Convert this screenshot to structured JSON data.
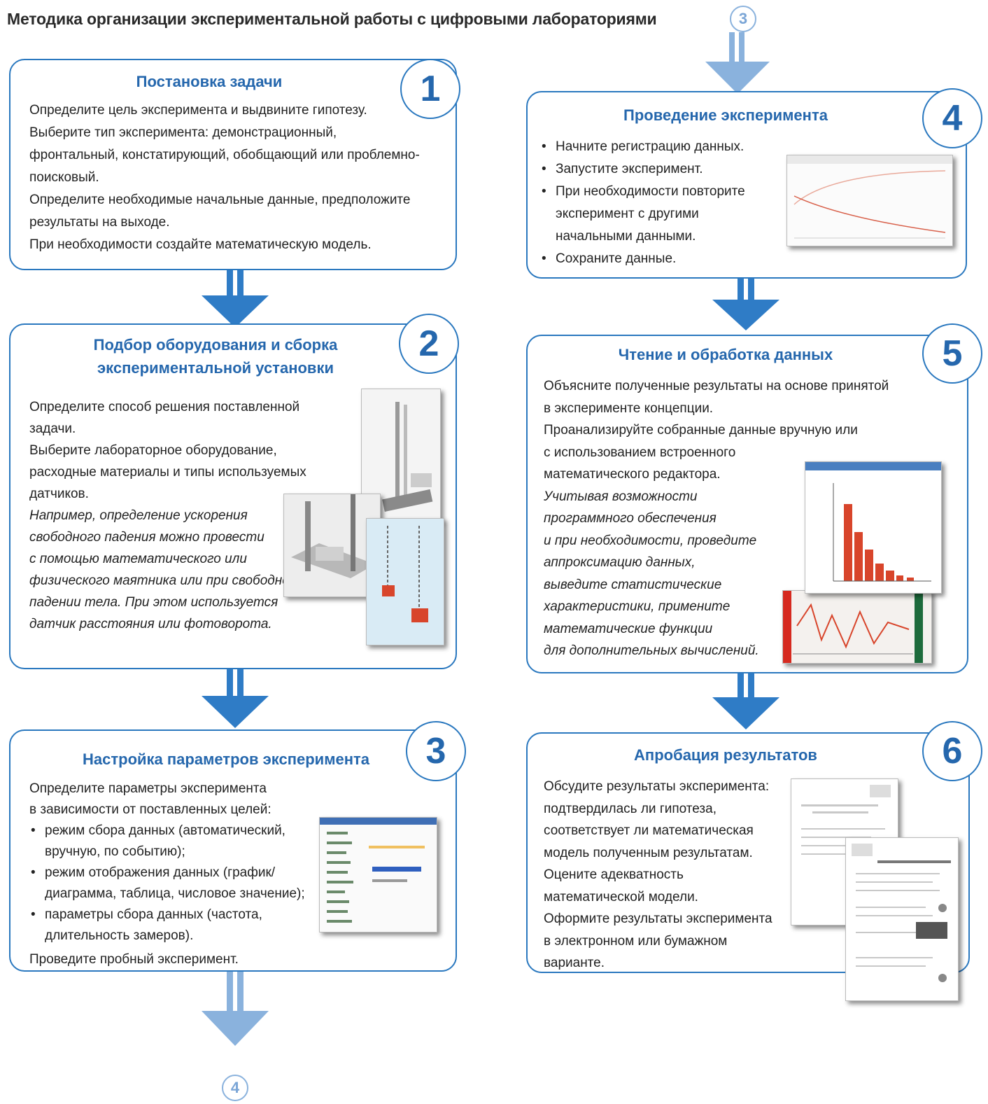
{
  "title": "Методика организации экспериментальной работы с цифровыми лабораториями",
  "connectors": {
    "top_marker": "3",
    "bottom_marker": "4"
  },
  "steps": [
    {
      "number": "1",
      "title": "Постановка задачи",
      "paragraphs": [
        "Определите цель эксперимента и выдвините гипотезу.",
        "Выберите тип эксперимента: демонстрационный,",
        "фронтальный, констатирующий, обобщающий или проблемно-",
        "поисковый.",
        "Определите необходимые начальные данные, предположите",
        "результаты на выходе.",
        "При необходимости создайте математическую модель."
      ]
    },
    {
      "number": "2",
      "title_line1": "Подбор оборудования и сборка",
      "title_line2": "экспериментальной установки",
      "lines": [
        "Определите способ решения поставленной",
        "задачи.",
        "Выберите лабораторное оборудование,",
        "расходные материалы и типы используемых",
        "датчиков."
      ],
      "italic_lines": [
        "Например, определение ускорения",
        "свободного падения можно провести",
        "с помощью математического или",
        "физического маятника или при свободном",
        "падении тела. При этом используется",
        "датчик расстояния или фотоворота."
      ]
    },
    {
      "number": "3",
      "title": "Настройка параметров  эксперимента",
      "intro": [
        "Определите параметры эксперимента",
        "в зависимости от поставленных целей:"
      ],
      "bullets": [
        [
          "режим сбора данных (автоматический,",
          "вручную, по событию);"
        ],
        [
          "режим  отображения данных (график/",
          "диаграмма, таблица, числовое значение);"
        ],
        [
          "параметры сбора данных (частота,",
          "длительность замеров)."
        ]
      ],
      "outro": "Проведите пробный эксперимент."
    },
    {
      "number": "4",
      "title": "Проведение эксперимента",
      "bullets": [
        [
          "Начните регистрацию данных."
        ],
        [
          "Запустите эксперимент."
        ],
        [
          "При необходимости повторите",
          "эксперимент с другими",
          "начальными данными."
        ],
        [
          "Сохраните данные."
        ]
      ]
    },
    {
      "number": "5",
      "title": "Чтение и обработка данных",
      "lines": [
        "Объясните полученные результаты на основе принятой",
        "в эксперименте концепции.",
        "Проанализируйте собранные данные вручную или",
        "с использованием встроенного",
        "математического редактора."
      ],
      "italic_lines": [
        "Учитывая возможности",
        "программного обеспечения",
        "и при необходимости, проведите",
        "аппроксимацию данных,",
        "выведите статистические",
        "характеристики, примените",
        "математические функции",
        "для дополнительных вычислений."
      ]
    },
    {
      "number": "6",
      "title": "Апробация результатов",
      "lines": [
        "Обсудите результаты эксперимента:",
        "подтвердилась ли гипотеза,",
        "соответствует ли математическая",
        "модель полученным результатам.",
        "Оцените адекватность",
        "математической модели.",
        "Оформите результаты эксперимента",
        "в электронном или бумажном",
        "варианте."
      ]
    }
  ],
  "colors": {
    "accent": "#2567ad",
    "border": "#2a78bf",
    "arrow": "#2f7cc6",
    "arrow_light": "#8ab2dd"
  }
}
